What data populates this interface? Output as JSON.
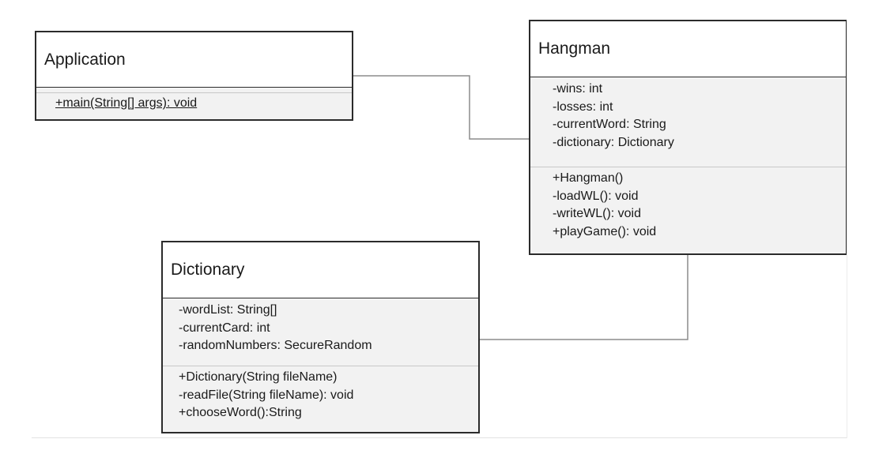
{
  "diagram": {
    "classes": {
      "application": {
        "name": "Application",
        "attributes": [],
        "operations": [
          "+main(String[] args): void"
        ]
      },
      "hangman": {
        "name": "Hangman",
        "attributes": [
          "-wins: int",
          "-losses: int",
          "-currentWord: String",
          "-dictionary: Dictionary"
        ],
        "operations": [
          "+Hangman()",
          "-loadWL(): void",
          "-writeWL(): void",
          "+playGame(): void"
        ]
      },
      "dictionary": {
        "name": "Dictionary",
        "attributes": [
          "-wordList: String[]",
          "-currentCard: int",
          "-randomNumbers: SecureRandom"
        ],
        "operations": [
          "+Dictionary(String fileName)",
          "-readFile(String fileName): void",
          "+chooseWord():String"
        ]
      }
    },
    "colors": {
      "border": "#2b2b2b",
      "compartment_fill": "#f2f2f2",
      "connector": "#8c8c8c"
    }
  }
}
